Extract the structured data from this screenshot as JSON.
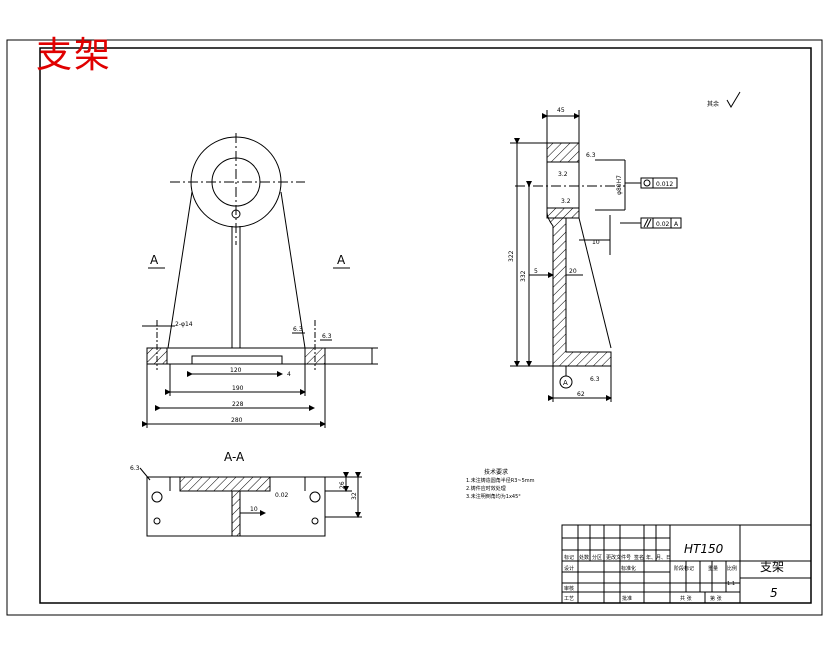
{
  "stamp_title": "支架",
  "labels": {
    "section_a_left": "A",
    "section_a_right": "A",
    "section_view": "A-A",
    "datum_a": "A",
    "surface_finish_global": "其余",
    "holes": "2-φ14",
    "roughness_a": "6.3",
    "roughness_b": "6.3",
    "roughness_c": "3.2",
    "roughness_d": "3.2",
    "roughness_e": "6.3",
    "roughness_f": "6.3"
  },
  "dimensions": {
    "front_120": "120",
    "front_190": "190",
    "front_228": "228",
    "front_280": "280",
    "front_4": "4",
    "side_45": "45",
    "side_62": "62",
    "side_20": "20",
    "side_10": "10",
    "side_5": "5",
    "side_322": "322",
    "side_332": "332",
    "side_bore": "φ80H7",
    "section_10": "10",
    "section_26": "26",
    "section_32": "32",
    "section_tol": "0.02",
    "gdt_round": "0.012",
    "gdt_par": "0.02",
    "gdt_par_datum": "A"
  },
  "notes": {
    "title": "技术要求",
    "lines": [
      "1.未注铸造圆角半径R3~5mm",
      "2.铸件应时效处理",
      "3.未注明倒角均为1x45°"
    ]
  },
  "title_block": {
    "material": "HT150",
    "part_name": "支架",
    "sheet_no": "5",
    "scale": "1:1",
    "row_mark": "标记",
    "row_count": "处数",
    "row_zone": "分区",
    "row_change": "更改文件号",
    "row_sign": "签名",
    "row_date": "年、月、日",
    "design": "设计",
    "standard": "标准化",
    "stage": "阶段标记",
    "weight": "重量",
    "ratio": "比例",
    "check": "审核",
    "process": "工艺",
    "approve": "批准",
    "total": "共 张",
    "page": "第 张"
  }
}
